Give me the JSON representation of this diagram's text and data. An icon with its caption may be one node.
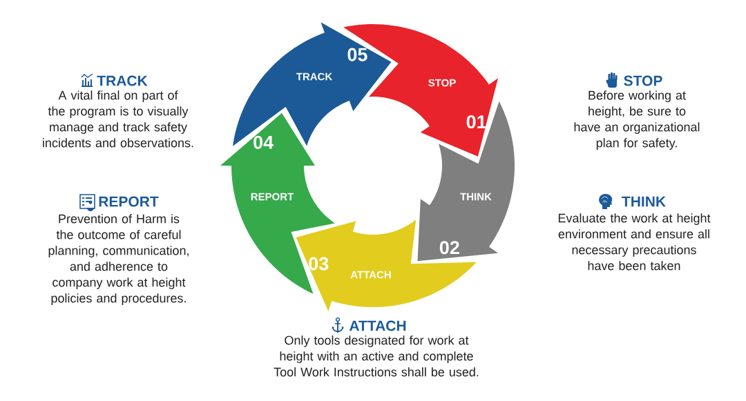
{
  "diagram": {
    "nodes": [
      {
        "text": [
          "STOP",
          "01"
        ]
      },
      {
        "text": [
          "THINK",
          "02"
        ]
      },
      {
        "text": [
          "03",
          "ATTACH"
        ]
      },
      {
        "text": [
          "04",
          "REPORT"
        ]
      },
      {
        "text": [
          "05",
          "TRACK"
        ]
      }
    ],
    "labels": [
      "TRACK",
      "A vital final on part of the program is to visually manage and track safety incidents and observations.",
      "STOP",
      "Before working at height, be sure to have an organizational plan for safety.",
      "REPORT",
      "Prevention of Harm is the outcome of careful planning, communication, and adherence to company work at height policies and procedures.",
      "THINK",
      "Evaluate the work at height environment and ensure all necessary precautions have been taken",
      "ATTACH",
      "Only tools designated for work at height with an active and complete Tool Work Instructions shall be used."
    ]
  }
}
